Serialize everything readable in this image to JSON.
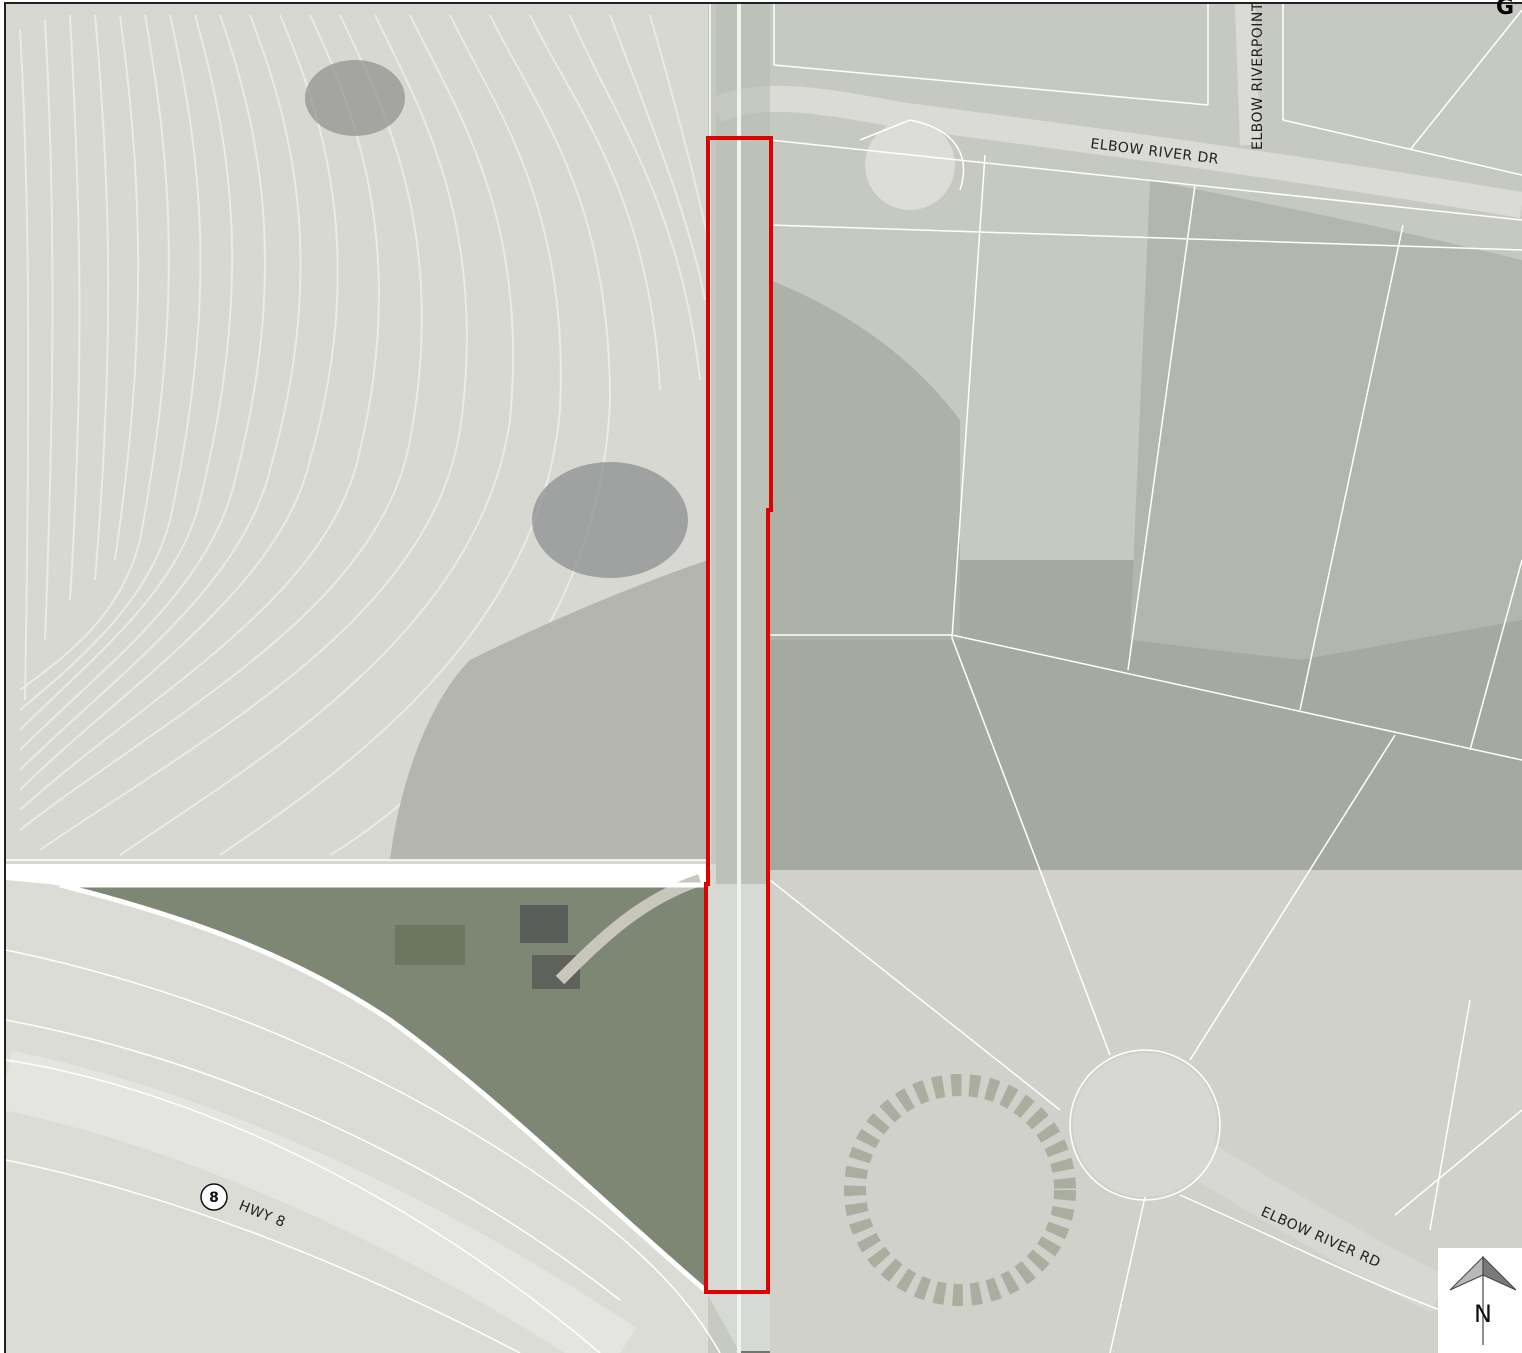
{
  "map": {
    "corner_mark": "G",
    "road_labels": {
      "elbow_river_dr": "ELBOW RIVER DR",
      "elbow_river_point": "ELBOW RIVERPOINT",
      "elbow_river_rd": "ELBOW RIVER RD",
      "hwy_8": "HWY 8"
    },
    "highway_shield_number": "8",
    "north_arrow_letter": "N",
    "colors": {
      "subject_outline": "#e00000",
      "parcel_lines": "#ffffff",
      "field": "#d9d9d3",
      "vegetation": "#a7aca3",
      "highlighted_parcel": "#7d8573",
      "road": "#e6e6e4"
    }
  }
}
